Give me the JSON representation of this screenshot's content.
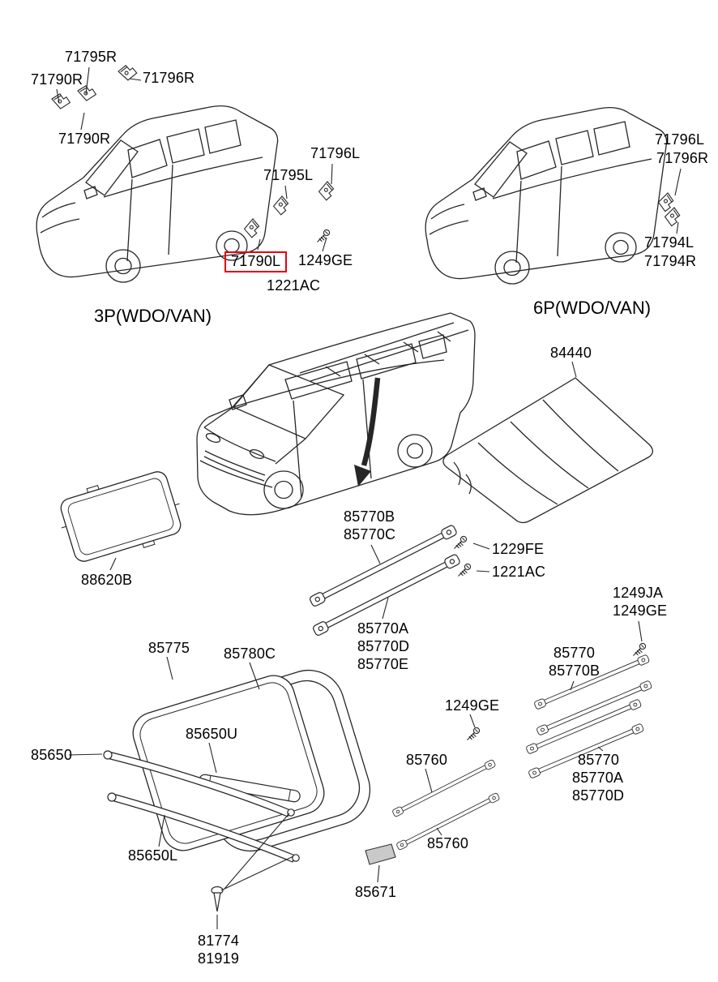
{
  "palette": {
    "line": "#262626",
    "label_text": "#000000",
    "highlight_box": "#e60012",
    "clip_fill": "#c9c9c9",
    "background": "#ffffff"
  },
  "highlighted_part": "71790L",
  "captions": {
    "van3p": "3P(WDO/VAN)",
    "van6p": "6P(WDO/VAN)"
  },
  "labels": {
    "l71795R_top": "71795R",
    "l71790R_top": "71790R",
    "l71796R_top": "71796R",
    "l71790R_mid": "71790R",
    "l71796L_3p": "71796L",
    "l71795L": "71795L",
    "l71790L": "71790L",
    "l1249GE_3p": "1249GE",
    "l1221AC_3p": "1221AC",
    "l71796L_6p": "71796L",
    "l71796R_6p": "71796R",
    "l71794L": "71794L",
    "l71794R": "71794R",
    "l84440": "84440",
    "l88620B": "88620B",
    "l85770B_c": "85770B",
    "l85770C": "85770C",
    "l1229FE": "1229FE",
    "l1221AC_c": "1221AC",
    "l85770A_c": "85770A",
    "l85770D_c": "85770D",
    "l85770E": "85770E",
    "l1249JA": "1249JA",
    "l1249GE_r": "1249GE",
    "l85775": "85775",
    "l85780C": "85780C",
    "l85770_r1": "85770",
    "l85770B_r": "85770B",
    "l1249GE_m": "1249GE",
    "l85650U": "85650U",
    "l85650": "85650",
    "l85760_a": "85760",
    "l85770_r2": "85770",
    "l85770A_r": "85770A",
    "l85770D_r": "85770D",
    "l85650L": "85650L",
    "l85760_b": "85760",
    "l85671": "85671",
    "l81774": "81774",
    "l81919": "81919"
  }
}
